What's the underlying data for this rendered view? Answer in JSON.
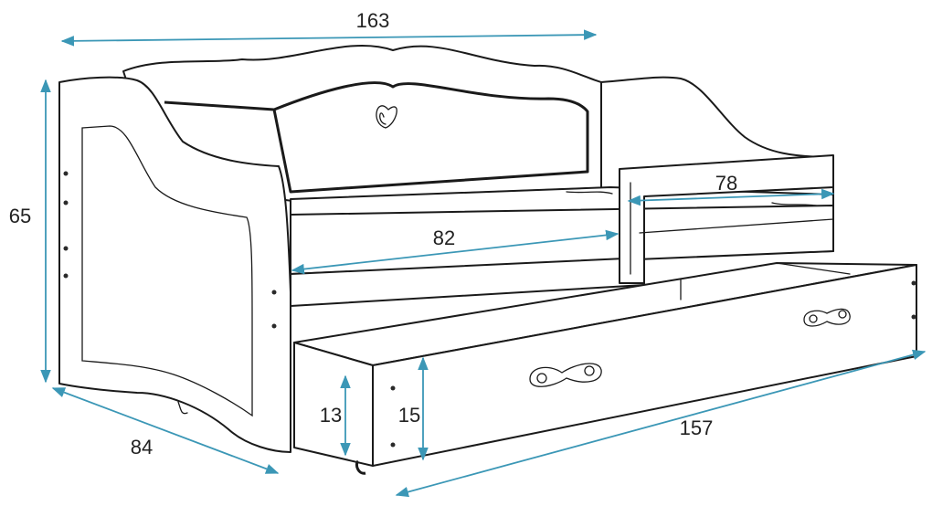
{
  "dimensions": {
    "total_length": "163",
    "height": "65",
    "depth": "84",
    "mattress_length": "82",
    "rail_length": "78",
    "drawer_length": "157",
    "drawer_inner_height": "13",
    "drawer_front_height": "15"
  },
  "colors": {
    "dimension_line": "#3b97b6",
    "outline": "#1a1a1a",
    "background": "#ffffff"
  }
}
